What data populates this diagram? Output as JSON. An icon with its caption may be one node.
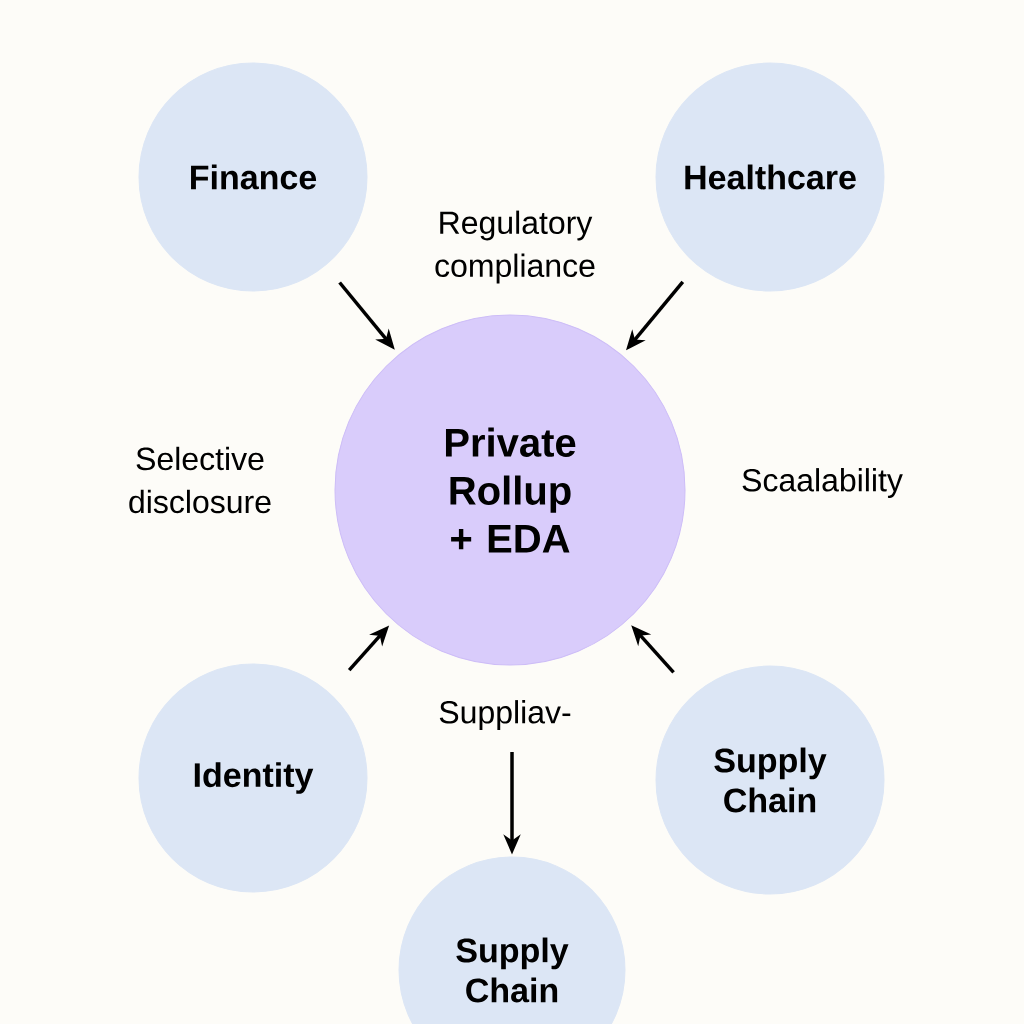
{
  "diagram": {
    "nodes": [
      {
        "text": [
          "Finance"
        ]
      },
      {
        "text": [
          "Healthcare"
        ]
      },
      {
        "text": [
          "Private Rollup + EDA"
        ]
      },
      {
        "text": [
          "Identity"
        ]
      },
      {
        "text": [
          "Supply Chain"
        ]
      },
      {
        "text": [
          "Supply Chain"
        ]
      }
    ],
    "edges": [
      {
        "from": 0,
        "to": 2,
        "arrow": "to"
      },
      {
        "from": 1,
        "to": 2,
        "arrow": "to"
      },
      {
        "from": 3,
        "to": 2,
        "arrow": "to"
      },
      {
        "from": 4,
        "to": 2,
        "arrow": "to"
      },
      {
        "from": null,
        "to": 5,
        "arrow": "to"
      }
    ],
    "labels": [
      "Regulatory compliance",
      "Selective disclosure",
      "Scaalability",
      "Suppliav-"
    ]
  }
}
